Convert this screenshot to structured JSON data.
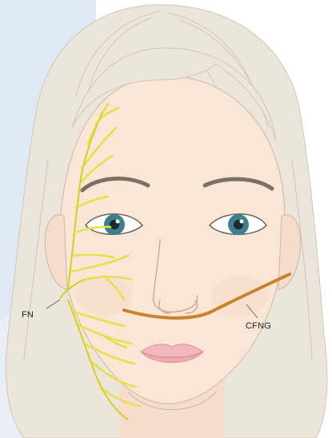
{
  "labels": {
    "facial_nerve": "FN",
    "cross_face_nerve_graft": "CFNG"
  },
  "colors": {
    "background_panel": "#dfe9f4",
    "hair": "#ece6da",
    "hair_strands": "#c8bfb0",
    "skin": "#fbe6d6",
    "skin_shadow": "#efd2bf",
    "outline": "#b9aea2",
    "iris": "#3c7f8e",
    "pupil": "#1d2a30",
    "eyebrow": "#7b7064",
    "lips": "#f2b8bd",
    "facial_nerve": "#e6df4f",
    "facial_nerve_outline": "#a9a233",
    "nerve_graft": "#c8822d"
  },
  "icons": {
    "face": "face-illustration",
    "nerve": "facial-nerve-branches",
    "graft": "cross-face-nerve-graft"
  }
}
